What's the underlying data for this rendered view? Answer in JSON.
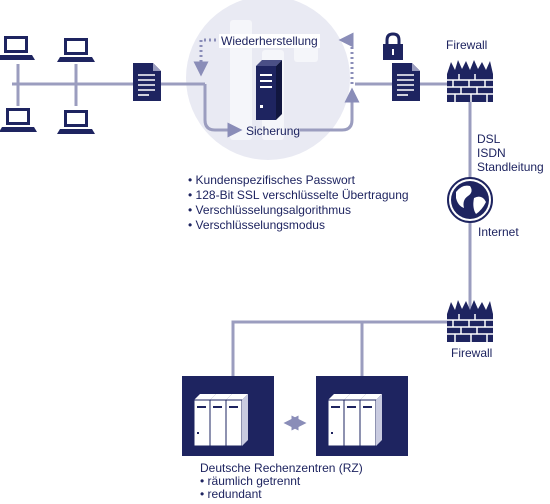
{
  "labels": {
    "restore": "Wiederherstellung",
    "backup": "Sicherung",
    "firewall_top": "Firewall",
    "firewall_bottom": "Firewall",
    "connection_types": [
      "DSL",
      "ISDN",
      "Standleitung"
    ],
    "internet": "Internet"
  },
  "features": [
    "Kundenspezifisches Passwort",
    "128-Bit SSL verschlüsselte Übertragung",
    "Verschlüsselungsalgorithmus",
    "Verschlüsselungsmodus"
  ],
  "datacenters": {
    "title": "Deutsche Rechenzentren (RZ)",
    "properties": [
      "räumlich getrennt",
      "redundant"
    ]
  },
  "colors": {
    "navy": "#1e2460",
    "line": "#9b9dbf",
    "dotted": "#8a8db8",
    "backdrop": "#e9eaf3"
  },
  "icons": [
    "laptop-icon",
    "document-icon",
    "server-icon",
    "lock-icon",
    "firewall-icon",
    "globe-icon",
    "datacenter-icon"
  ]
}
